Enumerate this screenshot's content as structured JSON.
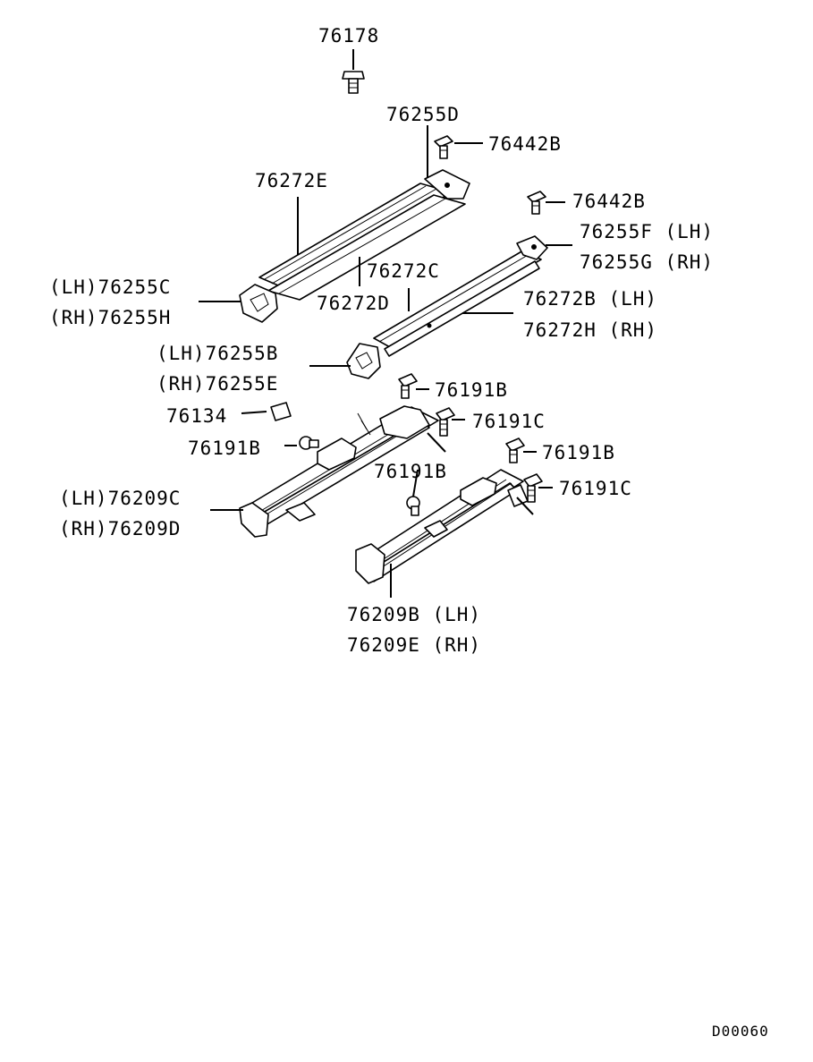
{
  "labels": {
    "p76178": "76178",
    "p76255D": "76255D",
    "p76442B_a": "76442B",
    "p76272E": "76272E",
    "p76442B_b": "76442B",
    "p76255F": "76255F (LH)",
    "p76255G": "76255G (RH)",
    "p76255C": "(LH)76255C",
    "p76255H": "(RH)76255H",
    "p76272C": "76272C",
    "p76272D": "76272D",
    "p76272B": "76272B (LH)",
    "p76272H": "76272H (RH)",
    "p76255B": "(LH)76255B",
    "p76255E": "(RH)76255E",
    "p76191B_a": "76191B",
    "p76134": "76134",
    "p76191C_a": "76191C",
    "p76191B_b": "76191B",
    "p76191B_c": "76191B",
    "p76191B_d": "76191B",
    "p76191C_b": "76191C",
    "p76209C": "(LH)76209C",
    "p76209D": "(RH)76209D",
    "p76209B": "76209B (LH)",
    "p76209E": "76209E (RH)"
  },
  "diagram_code": "D00060"
}
